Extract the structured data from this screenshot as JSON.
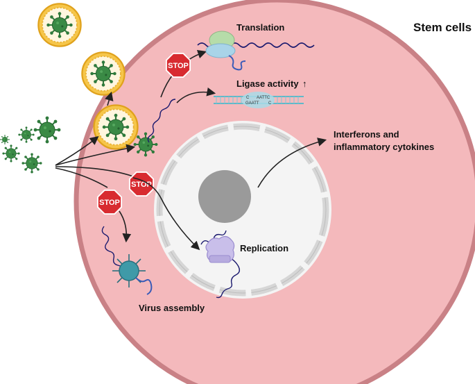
{
  "labels": {
    "stem_cells": "Stem cells",
    "translation": "Translation",
    "ligase_activity": "Ligase activity",
    "ligase_arrow": "↑",
    "interferons_line1": "Interferons and",
    "interferons_line2": "inflammatory cytokines",
    "replication": "Replication",
    "virus_assembly": "Virus assembly"
  },
  "stop_sign_text": "STOP",
  "dna_text": {
    "top_left": "C",
    "top_right": "AATTC",
    "bottom_left": "GAATT",
    "bottom_right": "C"
  },
  "icons": [
    "virus-icon",
    "exosome-icon",
    "stop-sign-icon",
    "ribosome-icon",
    "dna-icon",
    "nucleolus-icon",
    "polymerase-icon"
  ],
  "colors": {
    "cell_fill": "#f4b9bc",
    "cell_border": "#c98186",
    "nucleus_fill": "#f4f4f4",
    "nucleus_pore": "#d6d6d6",
    "nucleolus": "#9a9a9a",
    "virus": "#2f7a3c",
    "exosome": "#f2b824",
    "stop": "#d82b30",
    "rna": "#1b1a6e"
  }
}
